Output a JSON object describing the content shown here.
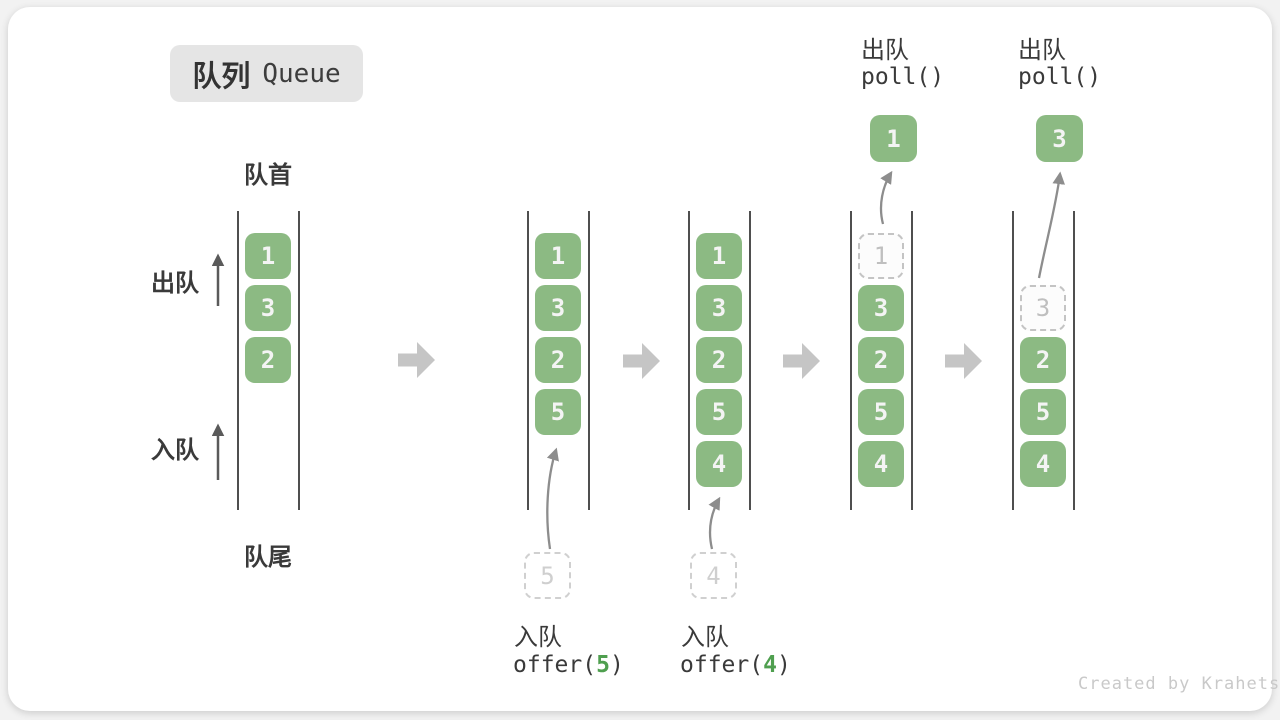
{
  "title": {
    "zh": "队列",
    "en": "Queue"
  },
  "labels": {
    "front": "队首",
    "rear": "队尾",
    "dequeue": "出队",
    "enqueue": "入队"
  },
  "watermark": "Created by Krahets",
  "colors": {
    "box_green": "#8cba83",
    "accent_green": "#4f9f4f",
    "rail": "#4f4f4f",
    "arrow_gray": "#c5c5c5",
    "thin_arrow": "#8d8d8d",
    "badge_bg": "#e5e5e5",
    "text_dark": "#3a3a3a",
    "watermark": "#c9c9c9"
  },
  "states": [
    {
      "items": [
        "1",
        "3",
        "2"
      ]
    },
    {
      "items": [
        "1",
        "3",
        "2",
        "5"
      ],
      "staged": "5",
      "op_label": "入队",
      "fn_open": "offer(",
      "fn_num": "5",
      "fn_close": ")"
    },
    {
      "items": [
        "1",
        "3",
        "2",
        "5",
        "4"
      ],
      "staged": "4",
      "op_label": "入队",
      "fn_open": "offer(",
      "fn_num": "4",
      "fn_close": ")"
    },
    {
      "items": [
        "3",
        "2",
        "5",
        "4"
      ],
      "removed": "1",
      "out": "1",
      "op_label": "出队",
      "fn": "poll()"
    },
    {
      "items": [
        "2",
        "5",
        "4"
      ],
      "removed": "3",
      "out": "3",
      "op_label": "出队",
      "fn": "poll()"
    }
  ]
}
